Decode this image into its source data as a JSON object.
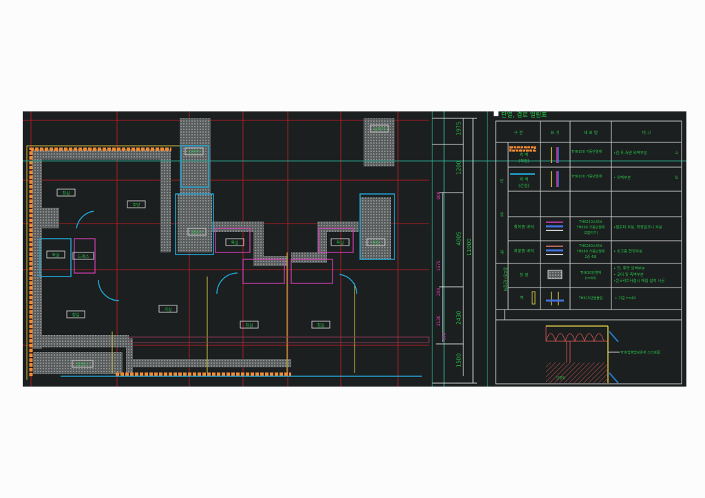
{
  "plan": {
    "rooms": [
      "침실",
      "주방",
      "드레스",
      "욕실",
      "다용도",
      "파우더",
      "침실",
      "거실",
      "욕실",
      "실외기",
      "발코니",
      "욕실",
      "욕실",
      "침실",
      "침실"
    ],
    "dims_green": [
      "1975",
      "1200",
      "4005",
      "11000",
      "2430",
      "1500"
    ],
    "dims_magenta": [
      "800",
      "1575",
      "200",
      "2130",
      "610"
    ]
  },
  "legend": {
    "title": "단열, 결로 일람표",
    "headers": [
      "구 분",
      "표 기",
      "재 료 명",
      "비 고"
    ],
    "group1": [
      "단",
      "열",
      "재"
    ],
    "group2": "결로방지단열재",
    "rows": [
      {
        "name1": "외 벽",
        "name2": "(직접)",
        "material": [
          "THK100 가등단열재"
        ],
        "note": [
          "•전,후,측면 외벽부분"
        ],
        "mark": "a"
      },
      {
        "name1": "외 벽",
        "name2": "(간접)",
        "material": [
          "THK100 가등단열재"
        ],
        "note": [
          "• 외벽부분"
        ],
        "mark": "b"
      },
      {
        "name1": "",
        "name2": "",
        "material": [],
        "note": [],
        "mark": ""
      },
      {
        "name1": "최하층 바닥",
        "name2": "",
        "material": [
          "THK210스라브",
          "THK90 가등단열재",
          "(2겹이기)"
        ],
        "note": [
          "•필로티 부분, 확장발코니 부분"
        ],
        "mark": ""
      },
      {
        "name1": "지붕층 바닥",
        "name2": "",
        "material": [
          "THK180스라브",
          "THK80 가등단열재",
          "2중 4호"
        ],
        "note": [
          "• 초고층 천정부분"
        ],
        "mark": ""
      },
      {
        "name1": "천 정",
        "name2": "",
        "material": [
          "THK10단열재",
          "(t=40)"
        ],
        "note": [
          "• 전, 후면 외벽부분",
          "• 코어 및 측벽부분",
          "•콘크리트타설시 매립 설치 시공"
        ],
        "mark": ""
      },
      {
        "name1": "벽",
        "name2": "",
        "material": [
          "THK15단열몰탈"
        ],
        "note": [
          "•  기준 t=40"
        ],
        "mark": ""
      }
    ],
    "detail_label": "THK압출법보온판 스티로폼",
    "detail_small": "단열재"
  },
  "colors": {
    "bg": "#1c1f1f",
    "green": "#27c44a",
    "magenta": "#e040c0",
    "orange": "#f08a30",
    "grid": "#c0202a",
    "cyan": "#20a8d8",
    "yellow": "#d8c840"
  }
}
